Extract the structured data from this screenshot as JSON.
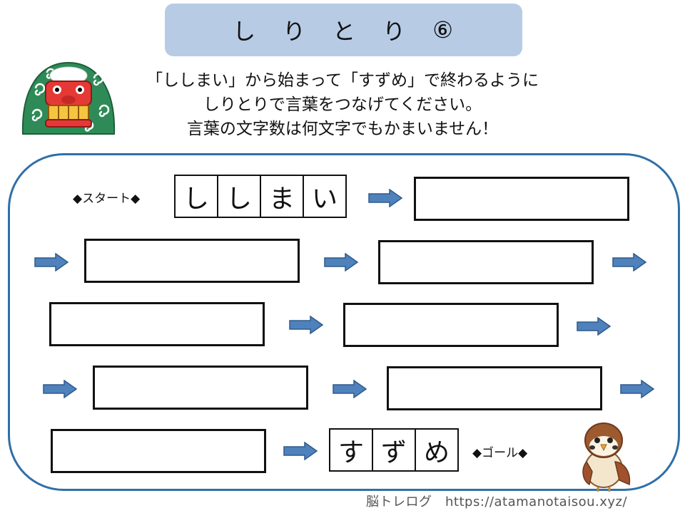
{
  "title": {
    "chars": [
      "し",
      "り",
      "と",
      "り",
      "⑥"
    ]
  },
  "instructions": [
    "「ししまい」から始まって「すずめ」で終わるように",
    "しりとりで言葉をつなげてください。",
    "言葉の文字数は何文字でもかまいません！"
  ],
  "start": {
    "label": "◆スタート◆",
    "chars": [
      "し",
      "し",
      "ま",
      "い"
    ]
  },
  "goal": {
    "label": "◆ゴール◆",
    "chars": [
      "す",
      "ず",
      "め"
    ]
  },
  "credit": "脳トレログ　https://atamanotaisou.xyz/",
  "colors": {
    "title_bg": "#b7cbe5",
    "frame": "#2f6fa8",
    "arrow": "#4f81bd"
  },
  "icons": [
    "shishimai-lion-dance-icon",
    "sparrow-bird-icon",
    "right-arrow-icon"
  ]
}
